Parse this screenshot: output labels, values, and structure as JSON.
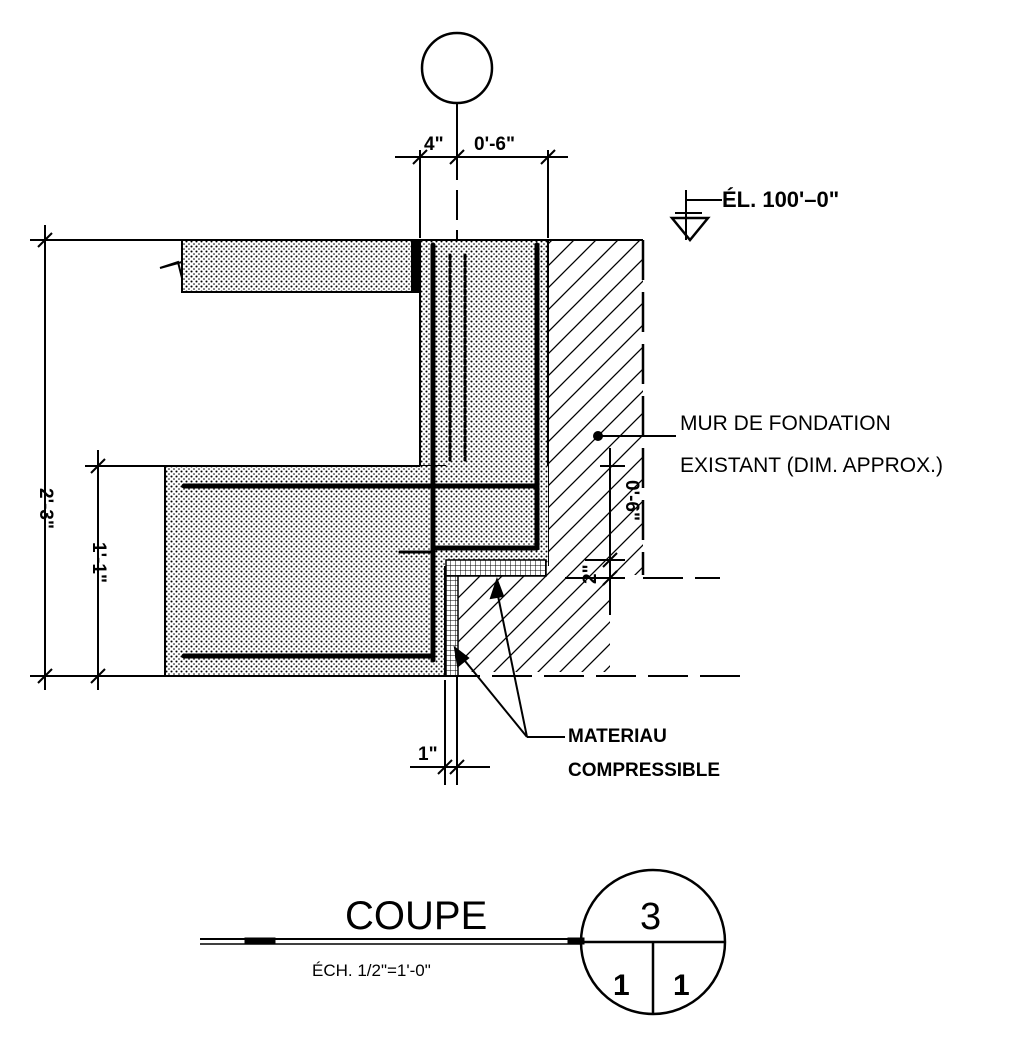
{
  "elevation": {
    "label": "ÉL. 100'–0\""
  },
  "existing_wall": {
    "line1": "MUR DE FONDATION",
    "line2": "EXISTANT (DIM. APPROX.)"
  },
  "compressible": {
    "line1": "MATERIAU",
    "line2": "COMPRESSIBLE"
  },
  "dimensions": {
    "d_4in": "4\"",
    "d_0_6": "0'-6\"",
    "d_2_3": "2'-3\"",
    "d_1_1": "1'-1\"",
    "d_0_6_right": "0'-6\"",
    "d_2in": "2\"",
    "d_1in": "1\""
  },
  "title_block": {
    "title": "COUPE",
    "scale": "ÉCH. 1/2\"=1'-0\"",
    "detail_number": "3",
    "sheet_left": "1",
    "sheet_right": "1"
  }
}
